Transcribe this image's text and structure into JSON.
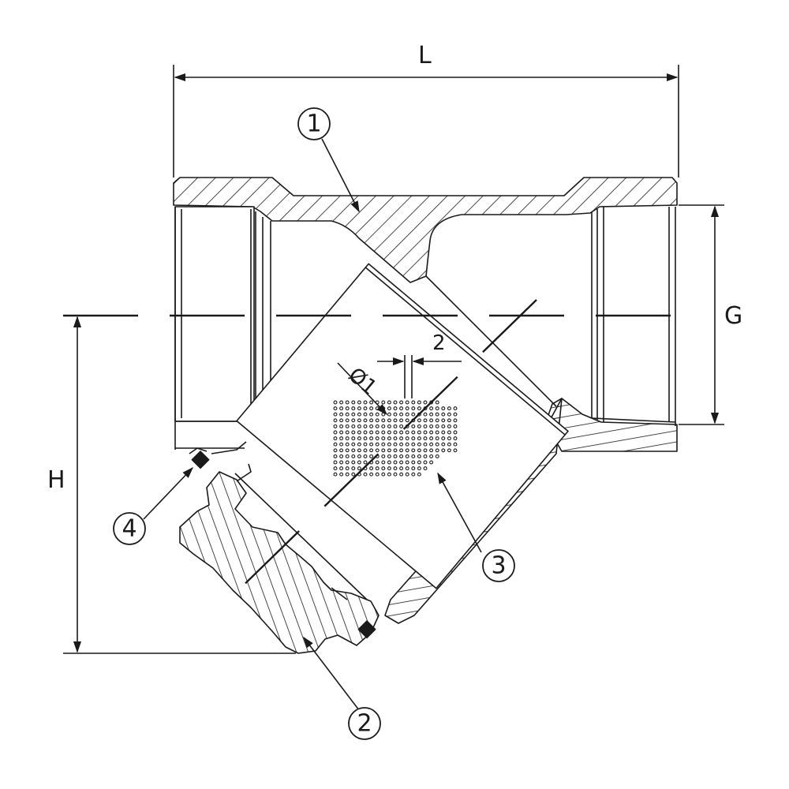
{
  "dimensions": {
    "length": "L",
    "port": "G",
    "height": "H",
    "hole_diameter": "Ø1",
    "hole_pitch": "2"
  },
  "callouts": [
    "1",
    "2",
    "3",
    "4"
  ]
}
